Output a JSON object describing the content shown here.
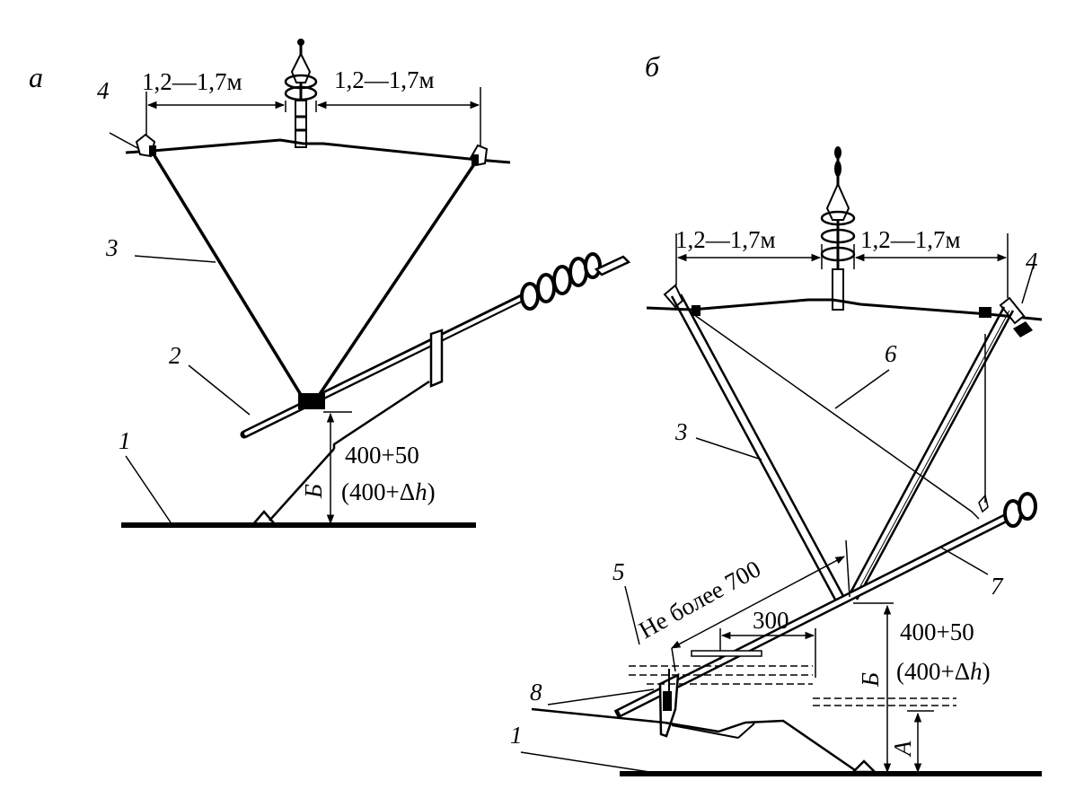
{
  "panel_a": {
    "panel_label": "а",
    "dim_left": "1,2—1,7м",
    "dim_right": "1,2—1,7м",
    "label_1": "1",
    "label_2": "2",
    "label_3": "3",
    "label_4": "4",
    "height_main": "400+50",
    "height_alt_pre": "(400+Δ",
    "height_alt_var": "h",
    "height_alt_post": ")",
    "height_letter": "Б"
  },
  "panel_b": {
    "panel_label": "б",
    "dim_left": "1,2—1,7м",
    "dim_right": "1,2—1,7м",
    "label_1": "1",
    "label_3": "3",
    "label_4": "4",
    "label_5": "5",
    "label_6": "6",
    "label_7": "7",
    "label_8": "8",
    "dim_diagonal": "Не более 700",
    "dim_300": "300",
    "height_main": "400+50",
    "height_alt_pre": "(400+Δ",
    "height_alt_var": "h",
    "height_alt_post": ")",
    "height_letter_b": "Б",
    "height_letter_a": "А"
  }
}
